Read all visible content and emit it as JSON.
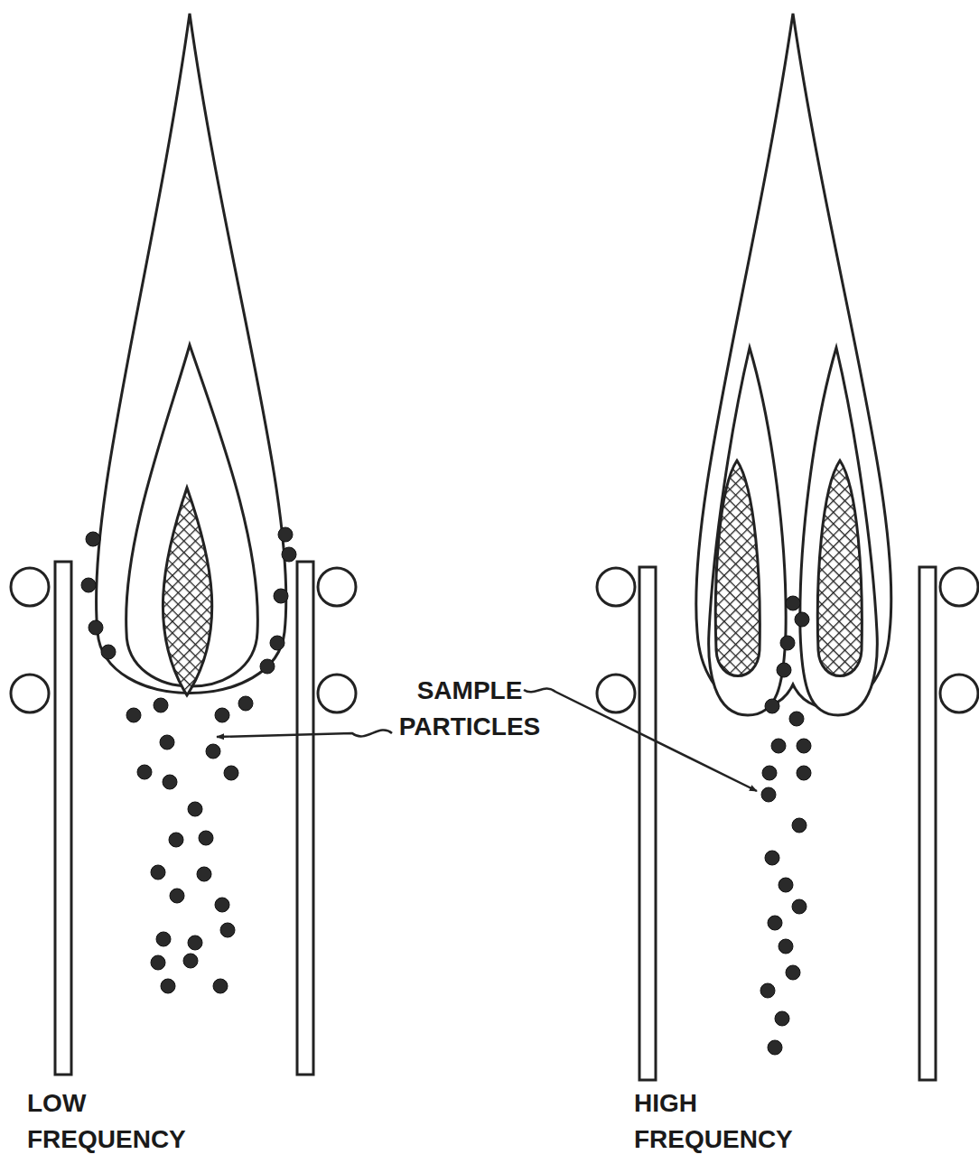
{
  "diagram": {
    "labels": [
      "SAMPLE PARTICLES",
      "LOW FREQUENCY",
      "HIGH FREQUENCY"
    ]
  }
}
